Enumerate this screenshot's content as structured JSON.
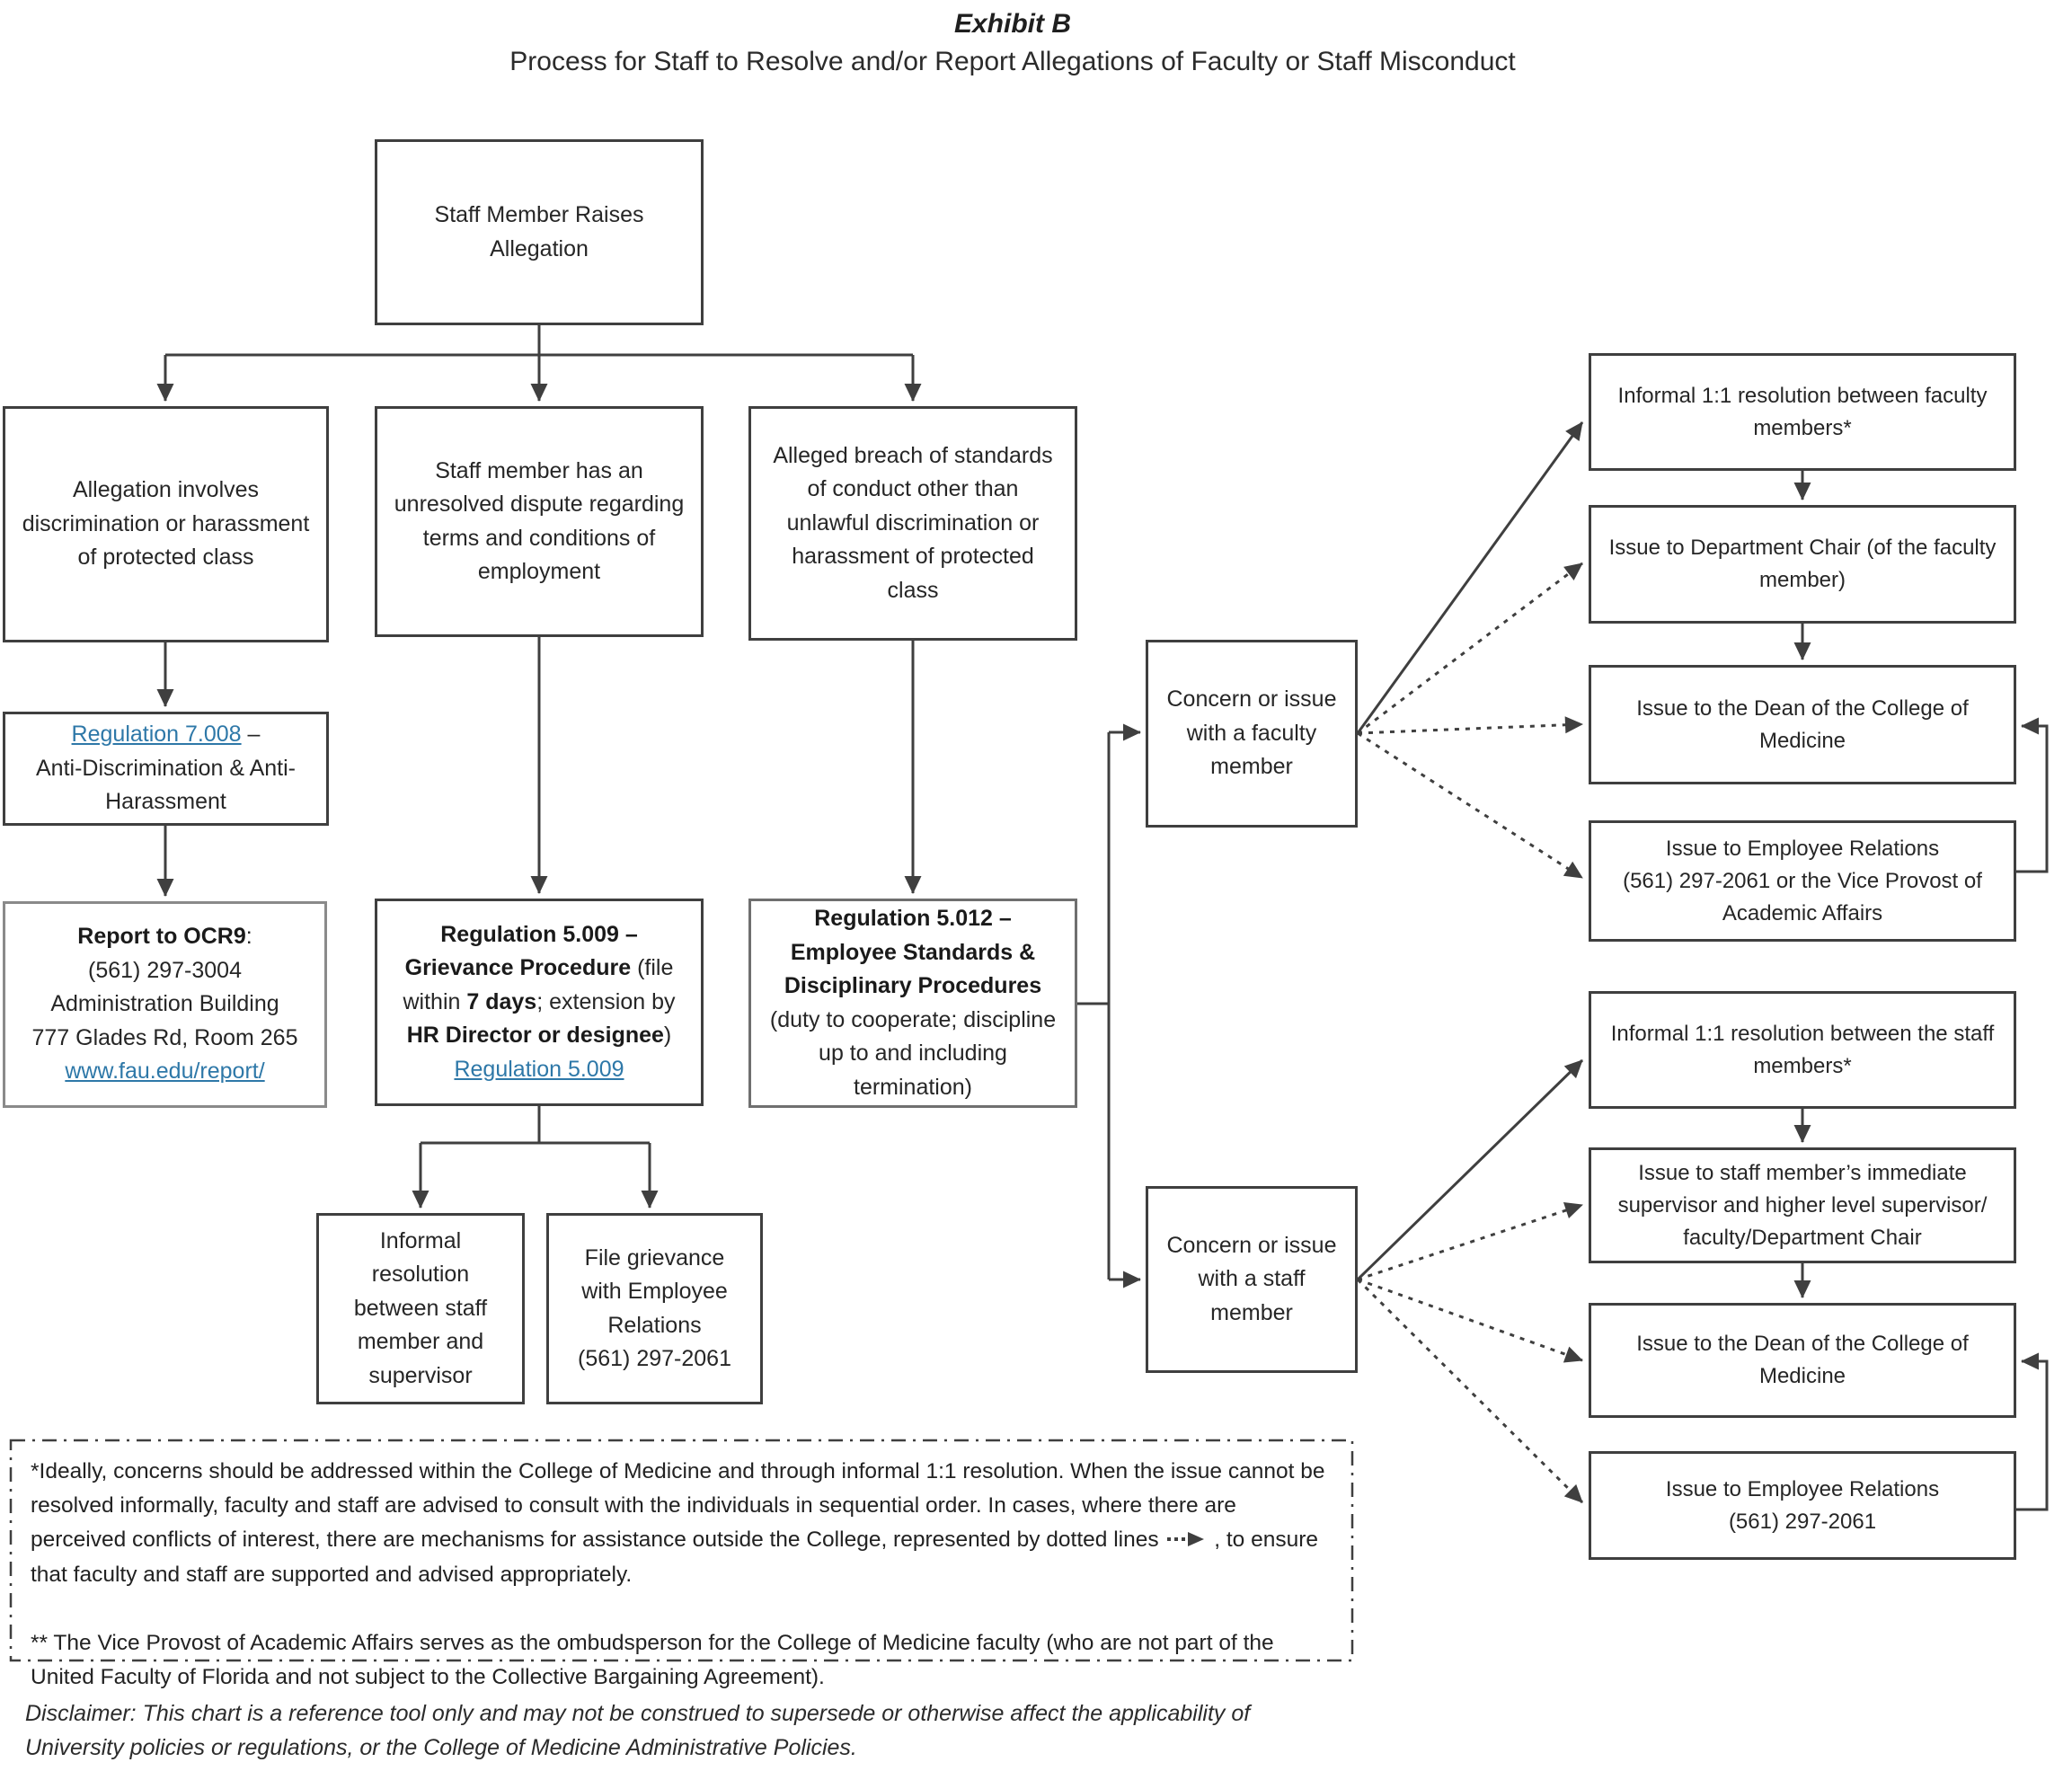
{
  "title": {
    "exhibit": "Exhibit B",
    "subtitle": "Process for Staff to Resolve and/or Report Allegations of Faculty or Staff Misconduct"
  },
  "colors": {
    "line": "#3f3f3f",
    "text": "#262626",
    "link": "#2e78a8"
  },
  "nodes": {
    "start": {
      "text": "Staff Member Raises Allegation"
    },
    "discrimination": {
      "text": "Allegation involves discrimination or harassment of protected class"
    },
    "dispute": {
      "text": "Staff member has an unresolved dispute regarding terms and conditions of employment"
    },
    "breach": {
      "text": "Alleged breach of standards of conduct other than unlawful discrimination or harassment of protected class"
    },
    "reg7008": {
      "link": "Regulation 7.008",
      "after_link": " –",
      "rest": "Anti-Discrimination & Anti-Harassment"
    },
    "ocr9": {
      "bold": "Report to OCR9",
      "colon": ":",
      "phone": "(561) 297-3004",
      "building": "Administration Building",
      "address": "777 Glades Rd, Room 265",
      "link": "www.fau.edu/report/"
    },
    "reg5009": {
      "bold1": "Regulation 5.009 – Grievance Procedure",
      "norm1": " (file within ",
      "bold2": "7 days",
      "norm2": "; extension by ",
      "bold3": "HR Director or designee",
      "norm3": ")",
      "link": "Regulation 5.009"
    },
    "reg5012": {
      "bold1": "Regulation 5.012 – Employee Standards & Disciplinary Procedures",
      "norm1": " (duty to cooperate; discipline up to and including termination)"
    },
    "informal_supervisor": {
      "text": "Informal resolution between staff member and supervisor"
    },
    "file_grievance": {
      "line1": "File grievance with Employee Relations",
      "line2": "(561) 297-2061"
    },
    "concern_faculty": {
      "text": "Concern or issue with a faculty member"
    },
    "concern_staff": {
      "text": "Concern or issue with a staff member"
    },
    "faculty_chain": [
      {
        "line1": "Informal 1:1 resolution between faculty members*",
        "line2": ""
      },
      {
        "line1": "Issue to Department Chair (of the faculty member)",
        "line2": ""
      },
      {
        "line1": "Issue to the Dean of the College of Medicine",
        "line2": ""
      },
      {
        "line1": "Issue to Employee Relations",
        "line2": "(561) 297-2061 or the Vice Provost of Academic Affairs"
      }
    ],
    "staff_chain": [
      {
        "line1": "Informal 1:1 resolution between the staff members*",
        "line2": ""
      },
      {
        "line1": "Issue to staff member’s immediate supervisor and higher level supervisor/ faculty/Department Chair",
        "line2": ""
      },
      {
        "line1": "Issue to the Dean of the College of Medicine",
        "line2": ""
      },
      {
        "line1": "Issue to Employee Relations",
        "line2": "(561) 297-2061"
      }
    ]
  },
  "footnote": {
    "para1_before_arrow": "*Ideally, concerns should be addressed within the College of Medicine and through informal 1:1 resolution. When the issue cannot be resolved informally, faculty and staff are advised to consult with the individuals in sequential order. In cases, where there are perceived conflicts of interest, there are mechanisms for assistance outside the College, represented by dotted lines",
    "para1_after_arrow": ", to ensure that faculty and staff are supported and advised appropriately.",
    "para2": "** The Vice Provost of Academic Affairs serves as the ombudsperson for the College of Medicine faculty (who are not part of the United Faculty of Florida and not subject to the Collective Bargaining Agreement)."
  },
  "disclaimer": "Disclaimer: This chart is a reference tool only and may not be construed to supersede or otherwise affect the applicability of University policies or regulations, or the College of Medicine Administrative Policies."
}
